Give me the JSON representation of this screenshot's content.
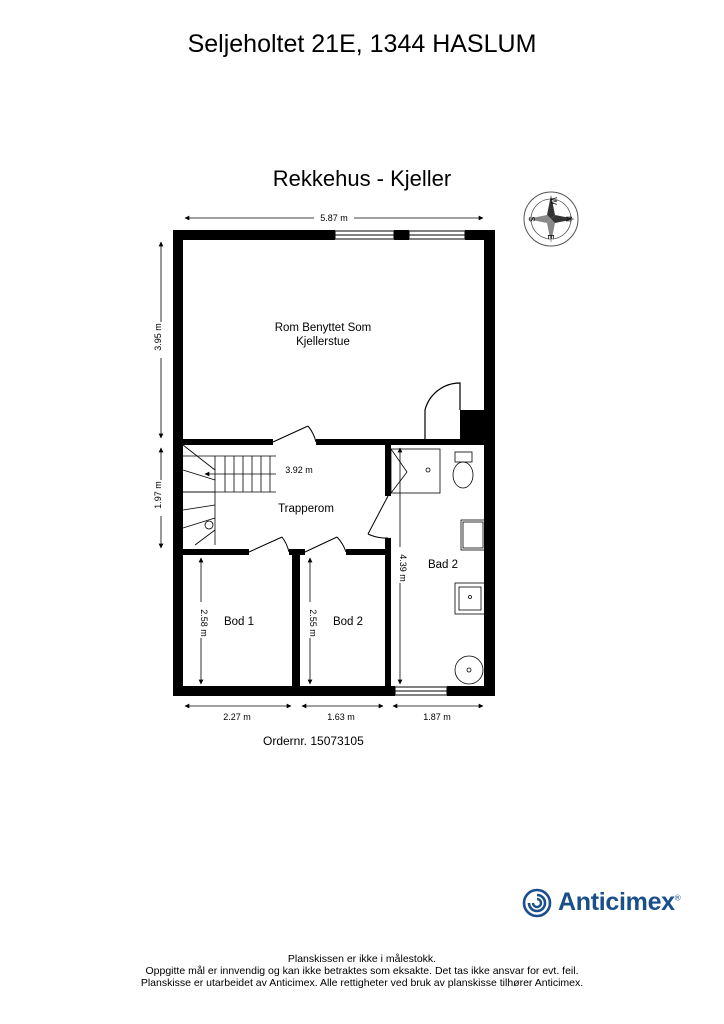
{
  "header": {
    "address": "Seljeholtet 21E, 1344 HASLUM",
    "plan_title": "Rekkehus  - Kjeller"
  },
  "compass": {
    "letters": {
      "n": "N",
      "s": "S",
      "e": "E",
      "w": "W"
    }
  },
  "rooms": {
    "main": {
      "line1": "Rom Benyttet Som",
      "line2": "Kjellerstue"
    },
    "stair": "Trapperom",
    "bod1": "Bod 1",
    "bod2": "Bod 2",
    "bad2": "Bad 2"
  },
  "dimensions": {
    "top_width": "5.87 m",
    "left_upper": "3.95 m",
    "left_lower": "1.97 m",
    "stair_width": "3.92 m",
    "bad_height": "4.39 m",
    "bod1_height": "2.58 m",
    "bod2_height": "2.55 m",
    "bottom_1": "2.27 m",
    "bottom_2": "1.63 m",
    "bottom_3": "1.87 m"
  },
  "order": "Ordernr. 15073105",
  "brand": {
    "name": "Anticimex",
    "registered": "®",
    "color": "#1a4f8b"
  },
  "disclaimer": [
    "Planskissen er ikke i målestokk.",
    "Oppgitte mål er innvendig og kan ikke betraktes som eksakte. Det tas ikke ansvar for evt. feil.",
    "Planskisse er utarbeidet av Anticimex. Alle rettigheter ved bruk av planskisse tilhører Anticimex."
  ]
}
